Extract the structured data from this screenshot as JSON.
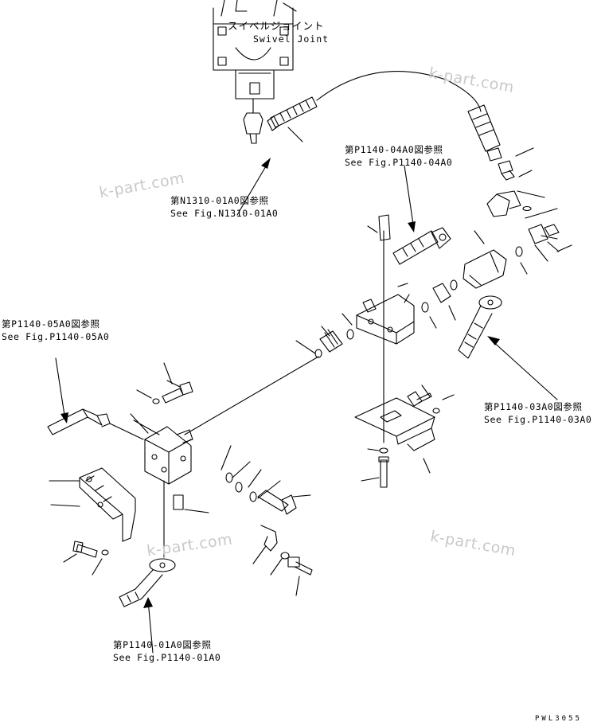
{
  "swivel_joint": {
    "label_jp": "スイベルジョイント",
    "label_en": "Swivel Joint"
  },
  "references": [
    {
      "id": "n1310",
      "jp": "第N1310-01A0図参照",
      "en": "See Fig.N1310-01A0"
    },
    {
      "id": "p1140_04",
      "jp": "第P1140-04A0図参照",
      "en": "See Fig.P1140-04A0"
    },
    {
      "id": "p1140_05",
      "jp": "第P1140-05A0図参照",
      "en": "See Fig.P1140-05A0"
    },
    {
      "id": "p1140_03",
      "jp": "第P1140-03A0図参照",
      "en": "See Fig.P1140-03A0"
    },
    {
      "id": "p1140_01",
      "jp": "第P1140-01A0図参照",
      "en": "See Fig.P1140-01A0"
    }
  ],
  "watermarks": [
    "k-part.com",
    "k-part.com",
    "k-part.com",
    "k-part.com"
  ],
  "drawing_code": "PWL3055",
  "colors": {
    "line": "#000000",
    "background": "#ffffff",
    "watermark": "#c9c9c9"
  }
}
